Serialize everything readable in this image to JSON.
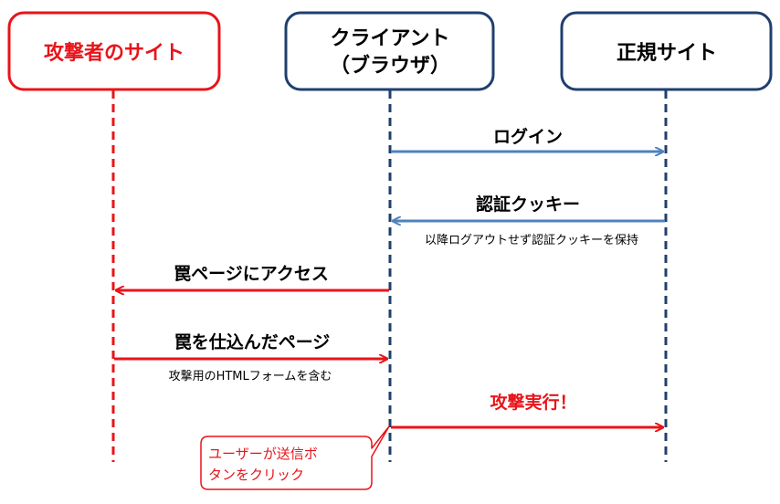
{
  "colors": {
    "attacker": "#e8141a",
    "client": "#1f3f6e",
    "legit": "#1f3f6e",
    "legit_arrow": "#4f81bd",
    "attack_arrow": "#e8141a",
    "text": "#000000"
  },
  "actors": {
    "attacker": {
      "label": "攻撃者のサイト"
    },
    "client": {
      "label_line1": "クライアント",
      "label_line2": "（ブラウザ）"
    },
    "legit": {
      "label": "正規サイト"
    }
  },
  "messages": {
    "login": {
      "label": "ログイン"
    },
    "cookie": {
      "label": "認証クッキー",
      "note": "以降ログアウトせず認証クッキーを保持"
    },
    "access_trap": {
      "label": "罠ページにアクセス"
    },
    "trap_page": {
      "label": "罠を仕込んだページ",
      "note": "攻撃用のHTMLフォームを含む"
    },
    "attack": {
      "label": "攻撃実行！"
    }
  },
  "callout": {
    "line1": "ユーザーが送信ボ",
    "line2": "タンをクリック"
  }
}
